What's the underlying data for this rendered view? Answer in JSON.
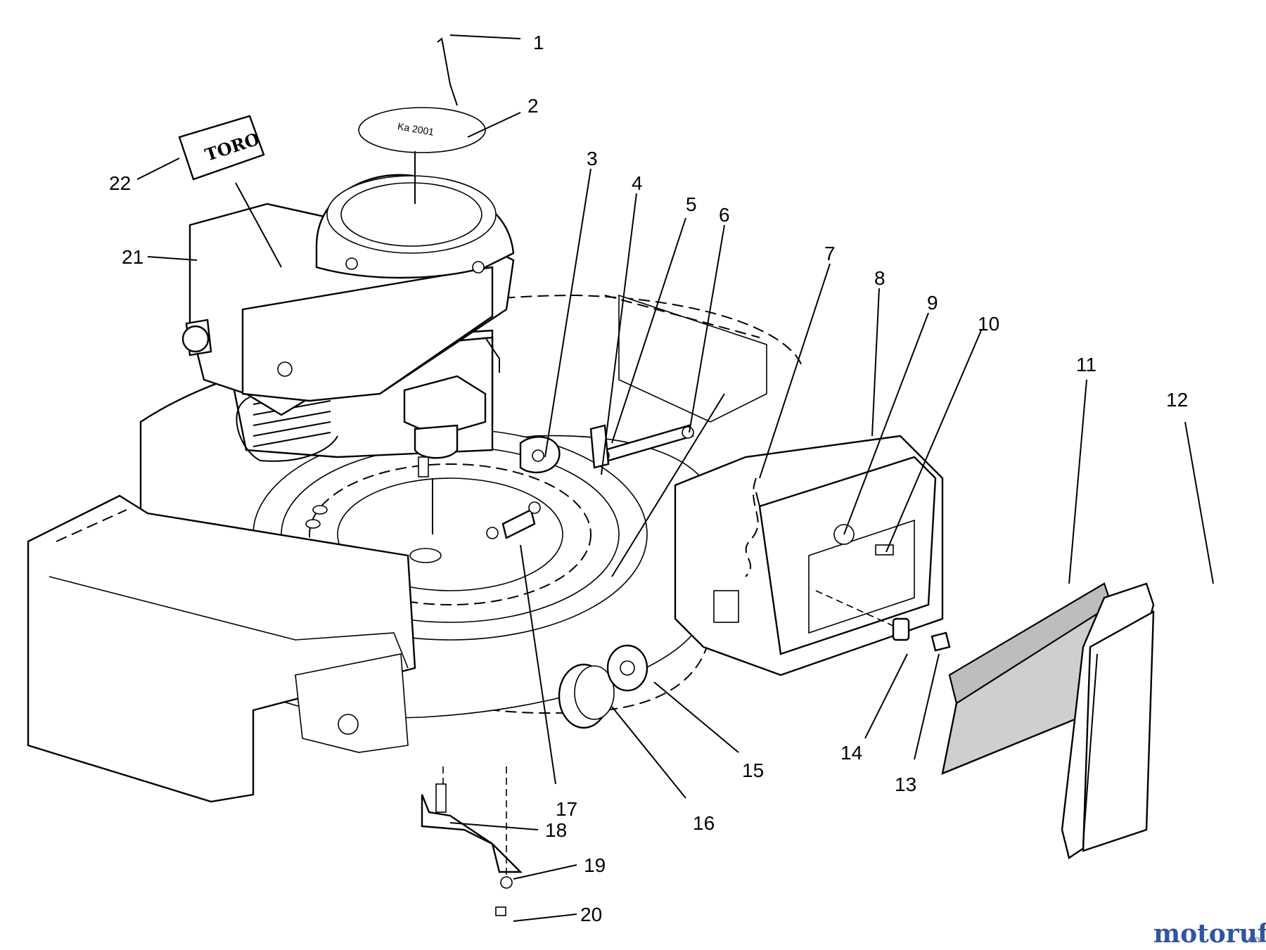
{
  "diagram": {
    "callouts": [
      "1",
      "2",
      "3",
      "4",
      "5",
      "6",
      "7",
      "8",
      "9",
      "10",
      "11",
      "12",
      "13",
      "14",
      "15",
      "16",
      "17",
      "18",
      "19",
      "20",
      "21",
      "22"
    ],
    "decal_text": "TORO",
    "cap_label_text": "Ka 2001",
    "watermark": {
      "name": "motoruf",
      "tld": ".de"
    }
  }
}
